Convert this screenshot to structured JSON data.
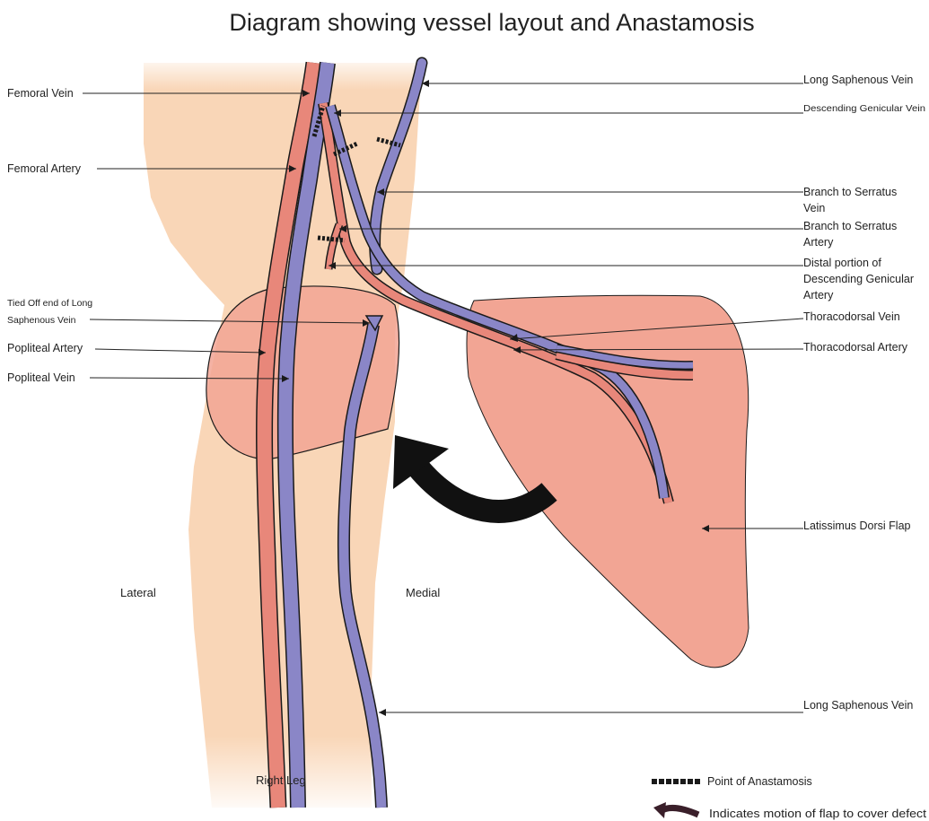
{
  "title": "Diagram showing vessel layout and Anastamosis",
  "labels": {
    "femoral_vein": "Femoral Vein",
    "femoral_artery": "Femoral Artery",
    "tied_off_1": "Tied Off end of Long",
    "tied_off_2": "Saphenous Vein",
    "popliteal_artery": "Popliteal Artery",
    "popliteal_vein": "Popliteal Vein",
    "long_saphenous_top": "Long Saphenous Vein",
    "descending_genicular_vein": "Descending Genicular Vein",
    "branch_serratus_vein_1": "Branch to Serratus",
    "branch_serratus_vein_2": "Vein",
    "branch_serratus_artery_1": "Branch to Serratus",
    "branch_serratus_artery_2": "Artery",
    "distal_portion_1": "Distal portion of",
    "distal_portion_2": "Descending Genicular",
    "distal_portion_3": "Artery",
    "thoracodorsal_vein": "Thoracodorsal Vein",
    "thoracodorsal_artery": "Thoracodorsal Artery",
    "latissimus_flap": "Latissimus Dorsi Flap",
    "long_saphenous_bottom": "Long Saphenous Vein",
    "lateral": "Lateral",
    "medial": "Medial",
    "right_leg": "Right Leg"
  },
  "legend": {
    "anastomosis": "Point of Anastamosis",
    "motion": "Indicates motion of flap to cover defect"
  },
  "colors": {
    "skin": "#f9d6b7",
    "flap": "#f2a594",
    "artery": "#e8877a",
    "vein": "#8a86c7",
    "outline": "#1a1a1a"
  }
}
